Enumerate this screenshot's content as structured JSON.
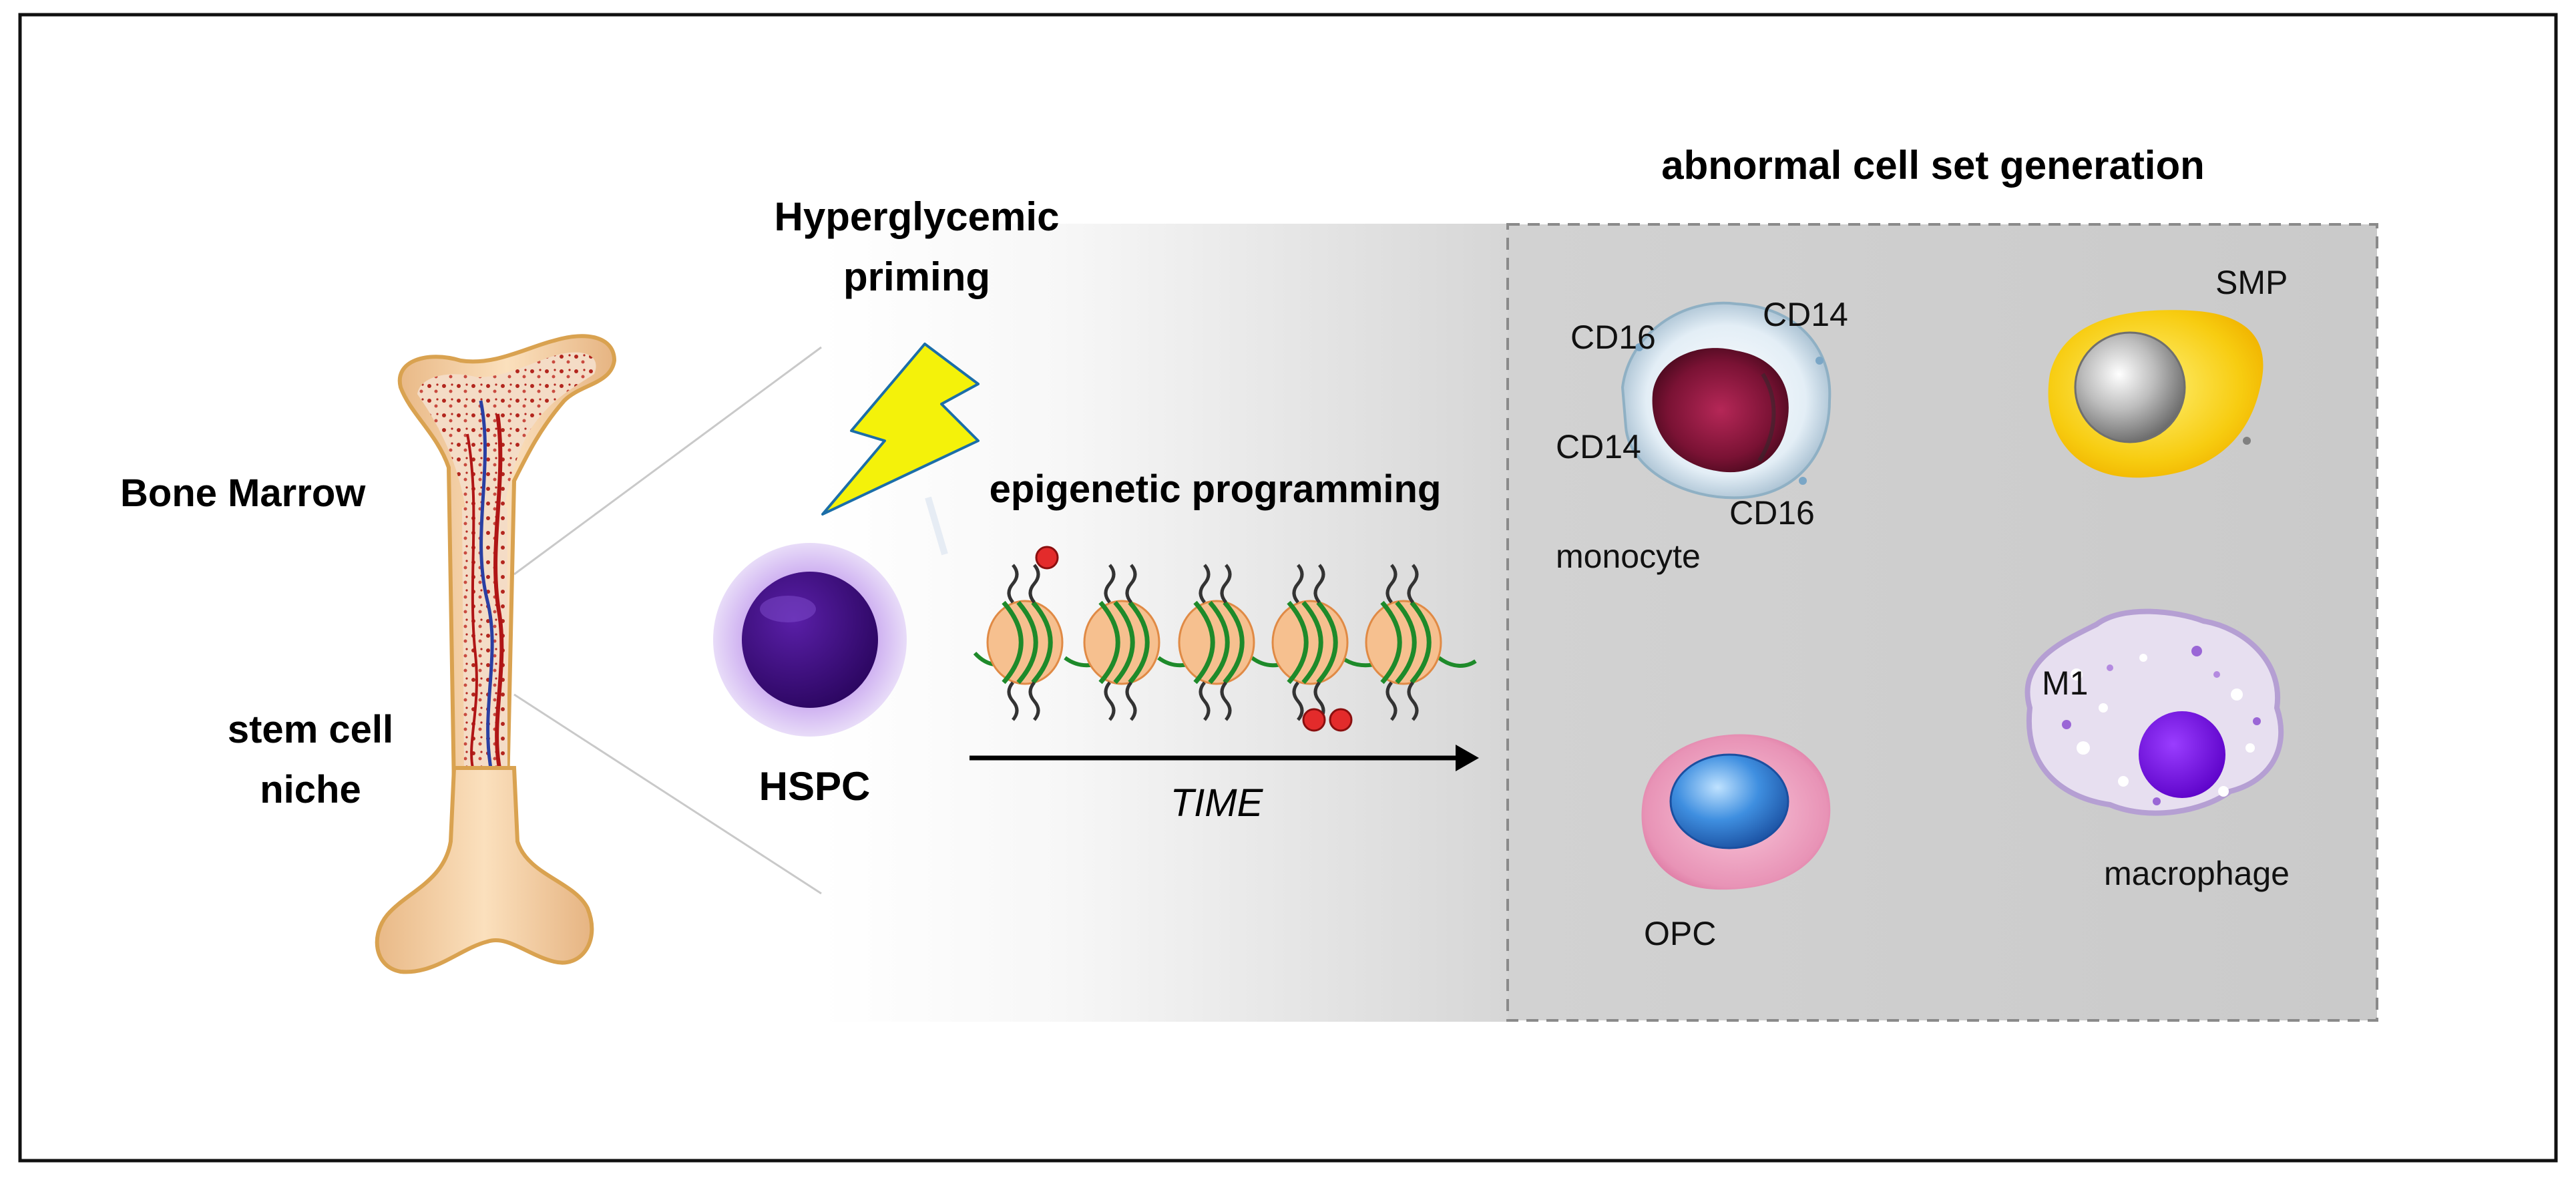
{
  "labels": {
    "bone_marrow": "Bone Marrow",
    "stem_cell_niche_line1": "stem cell",
    "stem_cell_niche_line2": "niche",
    "hyperglycemic_line1": "Hyperglycemic",
    "hyperglycemic_line2": "priming",
    "hspc": "HSPC",
    "epigenetic": "epigenetic programming",
    "time": "TIME",
    "abnormal": "abnormal cell set generation"
  },
  "cells": {
    "cd16_top": "CD16",
    "cd14_top": "CD14",
    "cd14_left": "CD14",
    "cd16_bottom": "CD16",
    "monocyte": "monocyte",
    "smp": "SMP",
    "m1": "M1",
    "macrophage": "macrophage",
    "opc": "OPC"
  },
  "colors": {
    "hspc_inner": "#3a0a7a",
    "hspc_outer": "#c9a7ec",
    "lightning": "#f4f20a",
    "dna_green": "#1e8a2a",
    "nucleosome": "#f6c08f",
    "methyl_red": "#e32b2b",
    "bone": "#f6d2a6",
    "marrow_red": "#a8171a"
  }
}
